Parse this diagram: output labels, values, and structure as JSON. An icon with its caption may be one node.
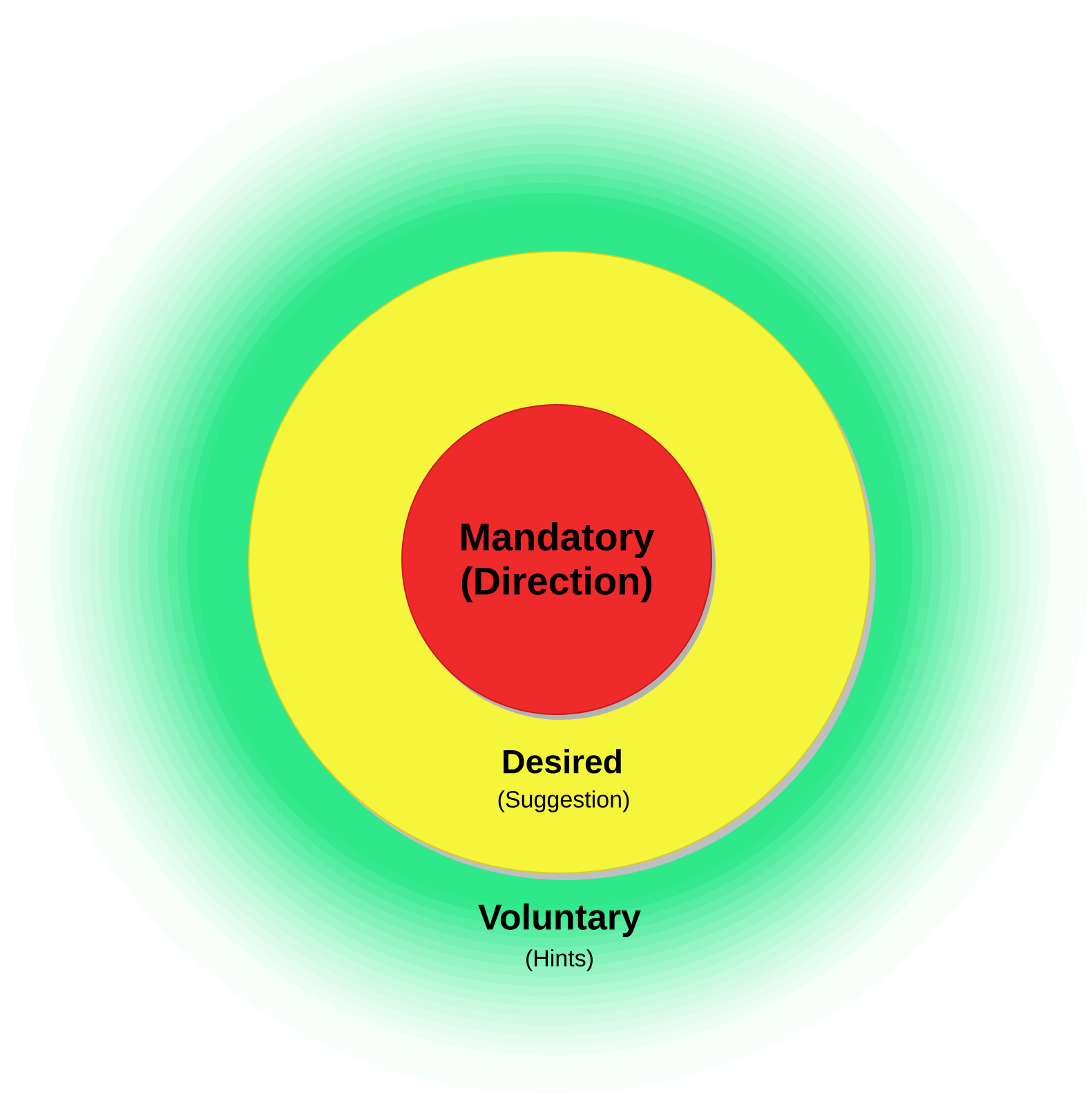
{
  "diagram": {
    "nodes": [
      {
        "text": [
          "Voluntary",
          "(Hints)"
        ]
      },
      {
        "text": [
          "Desired",
          "(Suggestion)"
        ],
        "in": 0
      },
      {
        "text": [
          "Mandatory (Direction)"
        ],
        "in": 1
      }
    ]
  }
}
